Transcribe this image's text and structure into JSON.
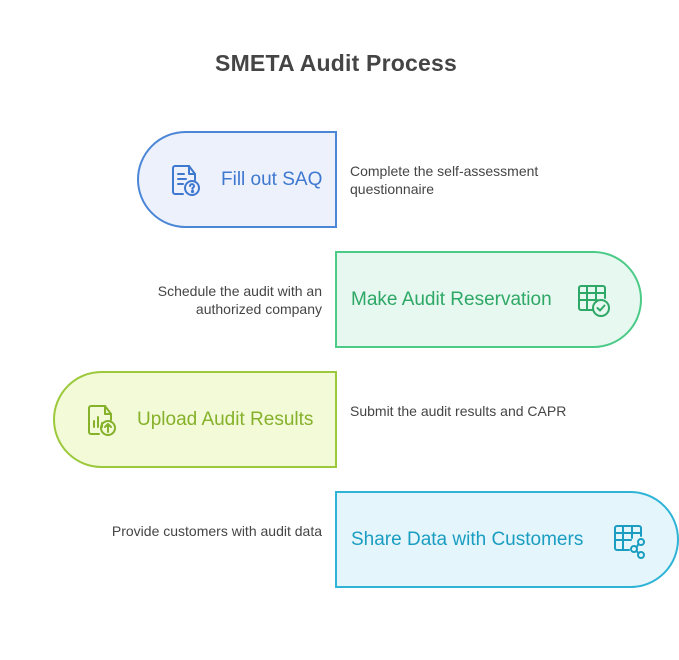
{
  "title": "SMETA Audit Process",
  "steps": [
    {
      "label": "Fill out SAQ",
      "description": "Complete the self-assessment questionnaire",
      "icon": "document-question-icon",
      "color": "#4c86d7"
    },
    {
      "label": "Make Audit Reservation",
      "description": "Schedule the audit with an authorized company",
      "icon": "table-check-icon",
      "color": "#4ccb88"
    },
    {
      "label": "Upload Audit Results",
      "description": "Submit the audit results and CAPR",
      "icon": "chart-upload-icon",
      "color": "#9cc93b"
    },
    {
      "label": "Share Data with Customers",
      "description": "Provide customers with audit data",
      "icon": "table-share-icon",
      "color": "#2fb3d6"
    }
  ]
}
